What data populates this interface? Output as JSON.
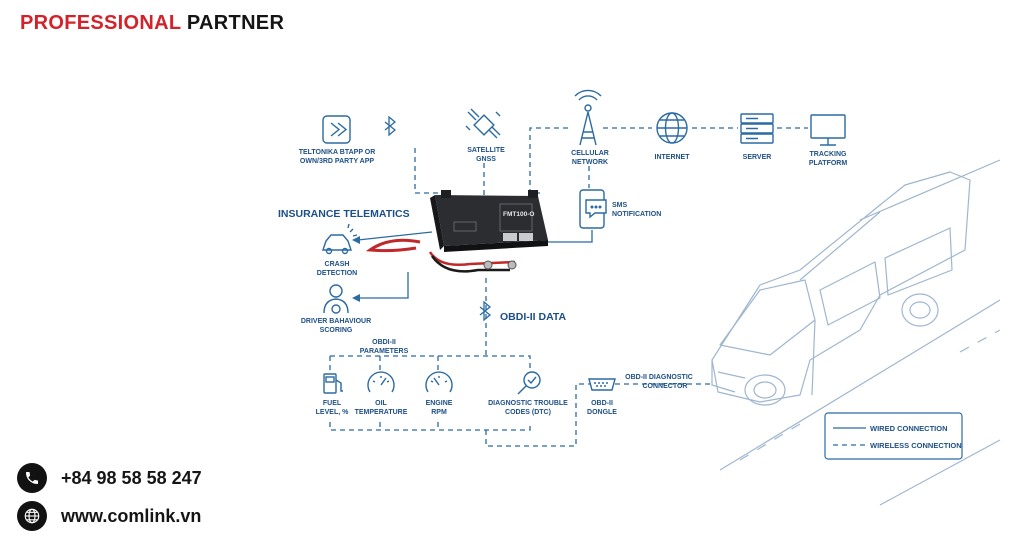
{
  "header": {
    "part1": "PROFESSIONAL",
    "part2": "PARTNER"
  },
  "colors": {
    "brand_red": "#d3232a",
    "diagram_blue": "#2b6aa3",
    "dark_blue": "#1d4f86",
    "van_line": "#9fb6cf"
  },
  "nodes": {
    "app_line1": "TELTONIKA BTAPP OR",
    "app_line2": "OWN/3RD PARTY APP",
    "sat_line1": "SATELLITE",
    "sat_line2": "GNSS",
    "cell_line1": "CELLULAR",
    "cell_line2": "NETWORK",
    "internet": "INTERNET",
    "server": "SERVER",
    "track_line1": "TRACKING",
    "track_line2": "PLATFORM",
    "sms_line1": "SMS",
    "sms_line2": "NOTIFICATION",
    "insurance": "INSURANCE TELEMATICS",
    "crash_line1": "CRASH",
    "crash_line2": "DETECTION",
    "driver_line1": "DRIVER BAHAVIOUR",
    "driver_line2": "SCORING",
    "obd_data": "OBDI-II DATA",
    "params_line1": "OBDI-II",
    "params_line2": "PARAMETERS",
    "fuel_line1": "FUEL",
    "fuel_line2": "LEVEL, %",
    "oil_line1": "OIL",
    "oil_line2": "TEMPERATURE",
    "engine_line1": "ENGINE",
    "engine_line2": "RPM",
    "dtc_line1": "DIAGNOSTIC TROUBLE",
    "dtc_line2": "CODES (DTC)",
    "dongle_line1": "OBD-II",
    "dongle_line2": "DONGLE",
    "conn_line1": "OBD-II DIAGNOSTIC",
    "conn_line2": "CONNECTOR"
  },
  "device": {
    "model": "FMT100-O"
  },
  "legend": {
    "wired": "WIRED CONNECTION",
    "wireless": "WIRELESS CONNECTION"
  },
  "contact": {
    "phone": "+84 98 58 58 247",
    "website": "www.comlink.vn"
  }
}
